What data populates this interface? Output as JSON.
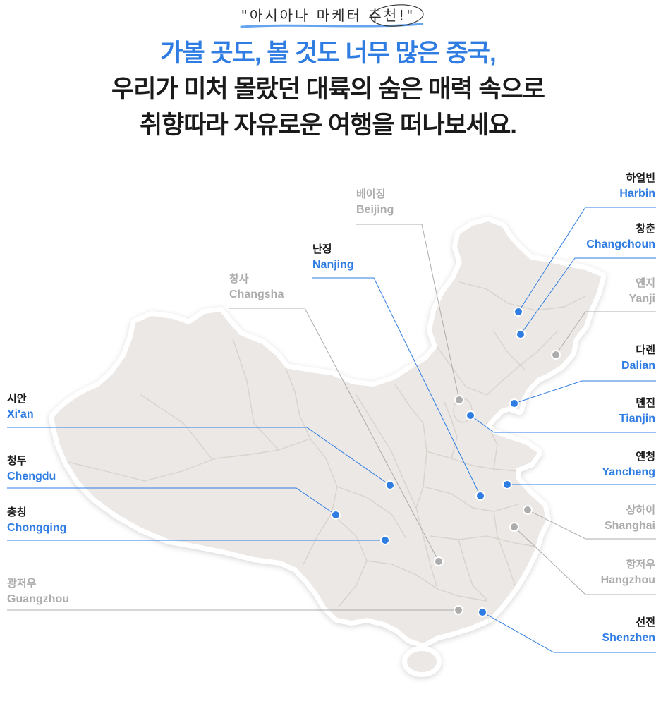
{
  "tagline": "\"아시아나 마케터 추천!\"",
  "headline": {
    "line1": "가볼 곳도, 볼 것도 너무 많은 중국,",
    "line2": "우리가 미처 몰랐던 대륙의 숨은 매력 속으로",
    "line3": "취향따라 자유로운 여행을 떠나보세요."
  },
  "colors": {
    "accent": "#2f7de3",
    "muted": "#acacac",
    "text": "#1a1a1a",
    "map_fill": "#ebe8e5",
    "map_border": "#ffffff",
    "province_lines": "#dad3cd"
  },
  "cities": [
    {
      "name_ko": "하얼빈",
      "name_en": "Harbin",
      "color": "#2f7de3",
      "ko_color": "#1a1a1a"
    },
    {
      "name_ko": "창춘",
      "name_en": "Changchoun",
      "color": "#2f7de3",
      "ko_color": "#1a1a1a"
    },
    {
      "name_ko": "옌지",
      "name_en": "Yanji",
      "color": "#acacac",
      "ko_color": "#acacac"
    },
    {
      "name_ko": "다롄",
      "name_en": "Dalian",
      "color": "#2f7de3",
      "ko_color": "#1a1a1a"
    },
    {
      "name_ko": "톈진",
      "name_en": "Tianjin",
      "color": "#2f7de3",
      "ko_color": "#1a1a1a"
    },
    {
      "name_ko": "옌청",
      "name_en": "Yancheng",
      "color": "#2f7de3",
      "ko_color": "#1a1a1a"
    },
    {
      "name_ko": "상하이",
      "name_en": "Shanghai",
      "color": "#acacac",
      "ko_color": "#acacac"
    },
    {
      "name_ko": "항저우",
      "name_en": "Hangzhou",
      "color": "#acacac",
      "ko_color": "#acacac"
    },
    {
      "name_ko": "선전",
      "name_en": "Shenzhen",
      "color": "#2f7de3",
      "ko_color": "#1a1a1a"
    },
    {
      "name_ko": "베이징",
      "name_en": "Beijing",
      "color": "#acacac",
      "ko_color": "#acacac"
    },
    {
      "name_ko": "난징",
      "name_en": "Nanjing",
      "color": "#2f7de3",
      "ko_color": "#1a1a1a"
    },
    {
      "name_ko": "창사",
      "name_en": "Changsha",
      "color": "#acacac",
      "ko_color": "#acacac"
    },
    {
      "name_ko": "시안",
      "name_en": "Xi'an",
      "color": "#2f7de3",
      "ko_color": "#1a1a1a"
    },
    {
      "name_ko": "청두",
      "name_en": "Chengdu",
      "color": "#2f7de3",
      "ko_color": "#1a1a1a"
    },
    {
      "name_ko": "충칭",
      "name_en": "Chongqing",
      "color": "#2f7de3",
      "ko_color": "#1a1a1a"
    },
    {
      "name_ko": "광저우",
      "name_en": "Guangzhou",
      "color": "#acacac",
      "ko_color": "#acacac"
    }
  ]
}
